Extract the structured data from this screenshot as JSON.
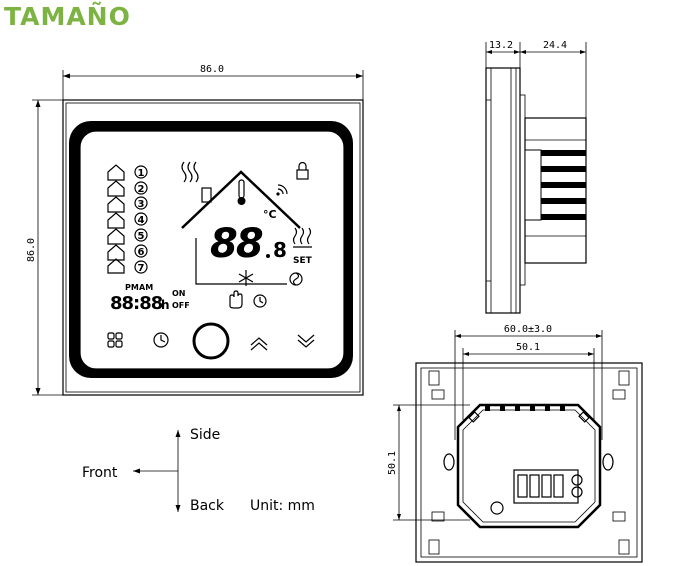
{
  "title": "TAMAÑO",
  "accent_color": "#7cb342",
  "front_view": {
    "width_label": "86.0",
    "height_label": "86.0",
    "lcd": {
      "zones": [
        "1",
        "2",
        "3",
        "4",
        "5",
        "6",
        "7"
      ],
      "main_digits": "88",
      "small_digit": "8",
      "degree_unit": "°C",
      "set_label": "SET",
      "clock_digits": "88:88",
      "hour_suffix": "h",
      "pm_label": "PM",
      "am_label": "AM",
      "on_label": "ON",
      "off_label": "OFF"
    },
    "buttons": [
      "menu-icon",
      "clock-icon",
      "power-button",
      "up-arrow-icon",
      "down-arrow-icon"
    ]
  },
  "side_view": {
    "left_dim": "13.2",
    "right_dim": "24.4"
  },
  "back_view": {
    "outer_dim": "60.0±3.0",
    "inner_dim": "50.1",
    "height_dim": "50.1"
  },
  "legend": {
    "side": "Side",
    "front": "Front",
    "back": "Back",
    "unit": "Unit: mm"
  }
}
